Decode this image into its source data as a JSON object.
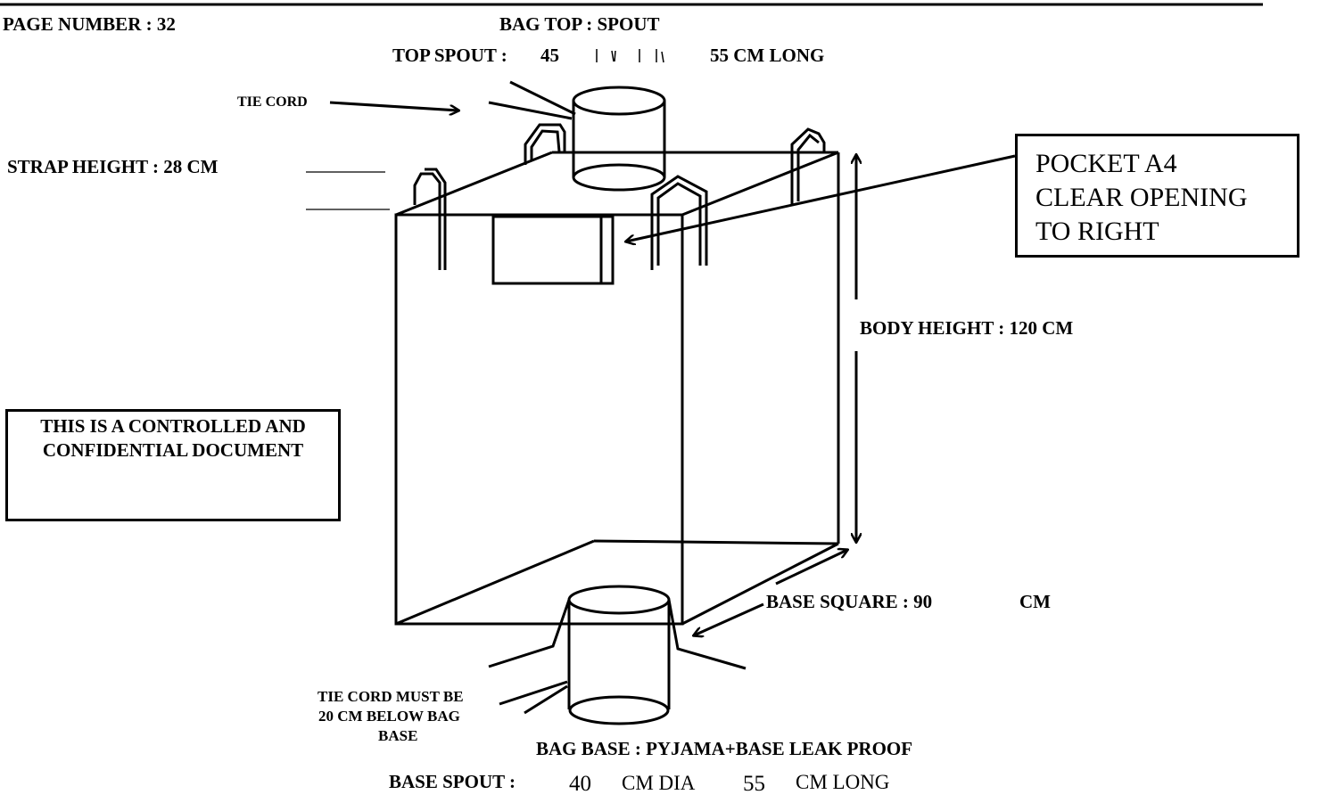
{
  "header": {
    "page_number": "PAGE NUMBER  :  32",
    "bag_top": "BAG TOP  : SPOUT"
  },
  "top_spout": {
    "label": "TOP SPOUT :",
    "value": "45",
    "unit_length": "55  CM LONG"
  },
  "labels": {
    "tie_cord": "TIE CORD",
    "strap_height": "STRAP HEIGHT  :  28    CM",
    "body_height": "BODY HEIGHT  :  120     CM",
    "base_square_label": "BASE SQUARE  :  90",
    "base_square_unit": "CM",
    "tie_cord_below": [
      "TIE CORD MUST BE",
      "20 CM BELOW BAG",
      "BASE"
    ],
    "bag_base": "BAG BASE  :  PYJAMA+BASE LEAK PROOF",
    "base_spout_label": "BASE SPOUT :",
    "base_spout_dia": "40",
    "base_spout_dia_unit": "CM DIA",
    "base_spout_long": "55",
    "base_spout_long_unit": "CM LONG"
  },
  "pocket_note": [
    "POCKET A4",
    "CLEAR OPENING",
    "TO RIGHT"
  ],
  "confidential_note": [
    "THIS IS A CONTROLLED AND",
    "CONFIDENTIAL DOCUMENT"
  ]
}
